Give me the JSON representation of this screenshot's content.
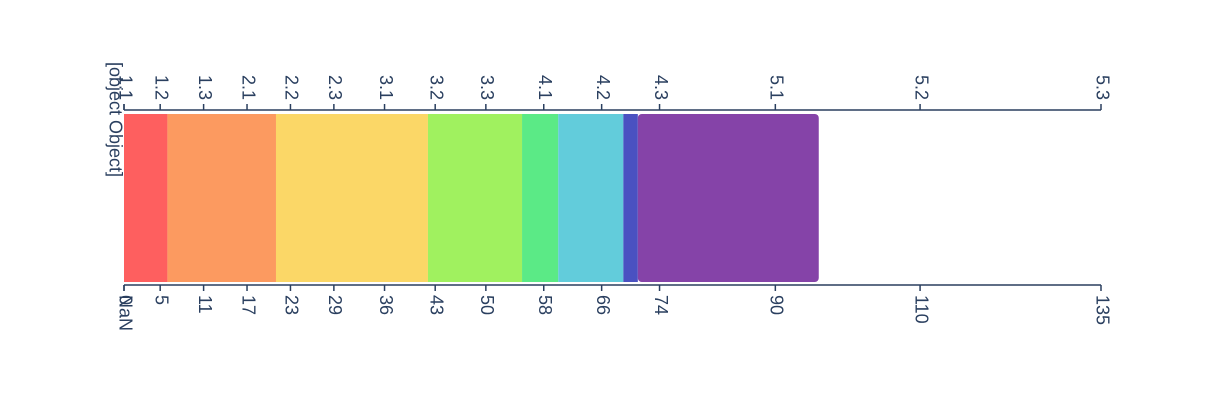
{
  "chart_data": {
    "type": "bar",
    "orientation": "horizontal",
    "stacked": true,
    "grid": false,
    "legend": "none",
    "scale": {
      "lower_axis": [
        0,
        135
      ],
      "upper_axis": [
        0,
        135
      ]
    },
    "lower_ticks": [
      {
        "value": 0,
        "label": "0"
      },
      {
        "value": 0,
        "label": "NaN"
      },
      {
        "value": 5,
        "label": "5"
      },
      {
        "value": 11,
        "label": "11"
      },
      {
        "value": 17,
        "label": "17"
      },
      {
        "value": 23,
        "label": "23"
      },
      {
        "value": 29,
        "label": "29"
      },
      {
        "value": 36,
        "label": "36"
      },
      {
        "value": 43,
        "label": "43"
      },
      {
        "value": 50,
        "label": "50"
      },
      {
        "value": 58,
        "label": "58"
      },
      {
        "value": 66,
        "label": "66"
      },
      {
        "value": 74,
        "label": "74"
      },
      {
        "value": 90,
        "label": "90"
      },
      {
        "value": 110,
        "label": "110"
      },
      {
        "value": 135,
        "label": "135"
      }
    ],
    "upper_ticks": [
      {
        "value": 0,
        "label": "1"
      },
      {
        "value": 0,
        "label": "1.1"
      },
      {
        "value": 5,
        "label": "1.2"
      },
      {
        "value": 11,
        "label": "1.3"
      },
      {
        "value": 17,
        "label": "2.1"
      },
      {
        "value": 23,
        "label": "2.2"
      },
      {
        "value": 29,
        "label": "2.3"
      },
      {
        "value": 36,
        "label": "3.1"
      },
      {
        "value": 43,
        "label": "3.2"
      },
      {
        "value": 50,
        "label": "3.3"
      },
      {
        "value": 58,
        "label": "4.1"
      },
      {
        "value": 66,
        "label": "4.2"
      },
      {
        "value": 74,
        "label": "4.3"
      },
      {
        "value": 90,
        "label": "5.1"
      },
      {
        "value": 110,
        "label": "5.2"
      },
      {
        "value": 135,
        "label": "5.3"
      }
    ],
    "vertical_label": "[object Object]",
    "segments": [
      {
        "start": 0,
        "end": 6,
        "color": "#fe5f5f"
      },
      {
        "start": 6,
        "end": 21,
        "color": "#fc9a60"
      },
      {
        "start": 21,
        "end": 42,
        "color": "#fbd767"
      },
      {
        "start": 42,
        "end": 55,
        "color": "#a0f15f"
      },
      {
        "start": 55,
        "end": 60,
        "color": "#5bea86"
      },
      {
        "start": 60,
        "end": 69,
        "color": "#62ccdb"
      },
      {
        "start": 69,
        "end": 71,
        "color": "#4a51c1"
      },
      {
        "start": 71,
        "end": 96,
        "color": "#8543a8"
      }
    ]
  }
}
